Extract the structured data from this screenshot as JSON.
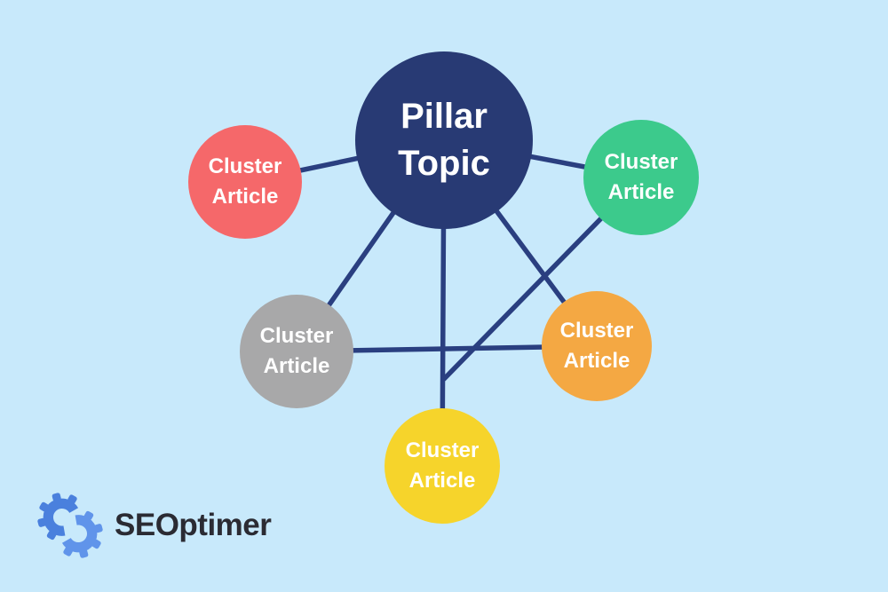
{
  "background_color": "#c8e9fb",
  "diagram": {
    "edge_color": "#2a3f80",
    "nodes": [
      {
        "id": "pillar-topic",
        "label": [
          "Pillar",
          "Topic"
        ],
        "color": "#283a74",
        "text_color": "#ffffff"
      },
      {
        "id": "cluster-red",
        "label": [
          "Cluster",
          "Article"
        ],
        "color": "#f5686a",
        "text_color": "#ffffff"
      },
      {
        "id": "cluster-green",
        "label": [
          "Cluster",
          "Article"
        ],
        "color": "#3cca8c",
        "text_color": "#ffffff"
      },
      {
        "id": "cluster-gray",
        "label": [
          "Cluster",
          "Article"
        ],
        "color": "#a8a8a9",
        "text_color": "#ffffff"
      },
      {
        "id": "cluster-orange",
        "label": [
          "Cluster",
          "Article"
        ],
        "color": "#f4a843",
        "text_color": "#ffffff"
      },
      {
        "id": "cluster-yellow",
        "label": [
          "Cluster",
          "Article"
        ],
        "color": "#f6d42b",
        "text_color": "#ffffff"
      }
    ],
    "edges": [
      {
        "from": "pillar-topic",
        "to": "cluster-red"
      },
      {
        "from": "pillar-topic",
        "to": "cluster-green"
      },
      {
        "from": "pillar-topic",
        "to": "cluster-gray"
      },
      {
        "from": "pillar-topic",
        "to": "cluster-orange"
      },
      {
        "from": "pillar-topic",
        "to": "cluster-yellow"
      },
      {
        "from": "cluster-gray",
        "to": "cluster-orange"
      },
      {
        "from": "cluster-green",
        "to": "cluster-yellow"
      }
    ]
  },
  "logo": {
    "text": "SEOptimer",
    "icon": "gears-icon",
    "text_color": "#2b2b33",
    "icon_colors": [
      "#4a80dd",
      "#6094ea"
    ]
  }
}
